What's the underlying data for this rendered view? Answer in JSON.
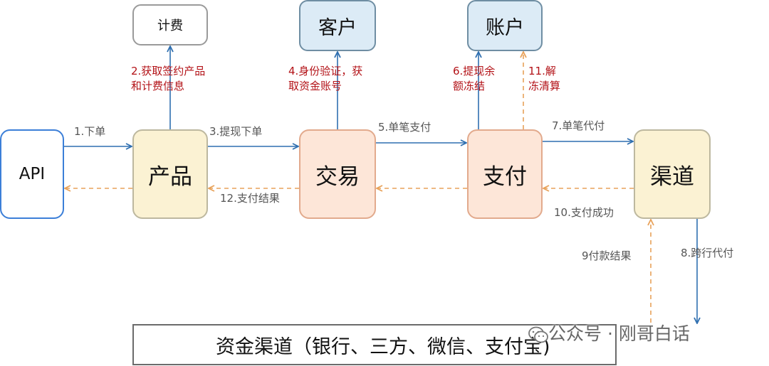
{
  "nodes": {
    "billing": "计费",
    "customer": "客户",
    "account": "账户",
    "api": "API",
    "product": "产品",
    "trade": "交易",
    "payment": "支付",
    "channel": "渠道",
    "fund_channel": "资金渠道（银行、三方、微信、支付宝)"
  },
  "edges": {
    "e1": "1.下单",
    "e2_line1": "2.获取签约产品",
    "e2_line2": "和计费信息",
    "e3": "3.提现下单",
    "e4_line1": "4.身份验证，获",
    "e4_line2": "取资金账号",
    "e5": "5.单笔支付",
    "e6_line1": "6.提现余",
    "e6_line2": "额冻结",
    "e7": "7.单笔代付",
    "e8": "8.跨行代付",
    "e9": "9付款结果",
    "e10": "10.支付成功",
    "e11_line1": "11.解",
    "e11_line2": "冻清算",
    "e12": "12.支付结果"
  },
  "watermark": {
    "text": "公众号 · 刚哥白话",
    "icon": "wechat-official-account-icon"
  },
  "colors": {
    "request_arrow": "#2f6fb0",
    "response_arrow": "#e8a25a",
    "highlight_label": "#b31217"
  }
}
